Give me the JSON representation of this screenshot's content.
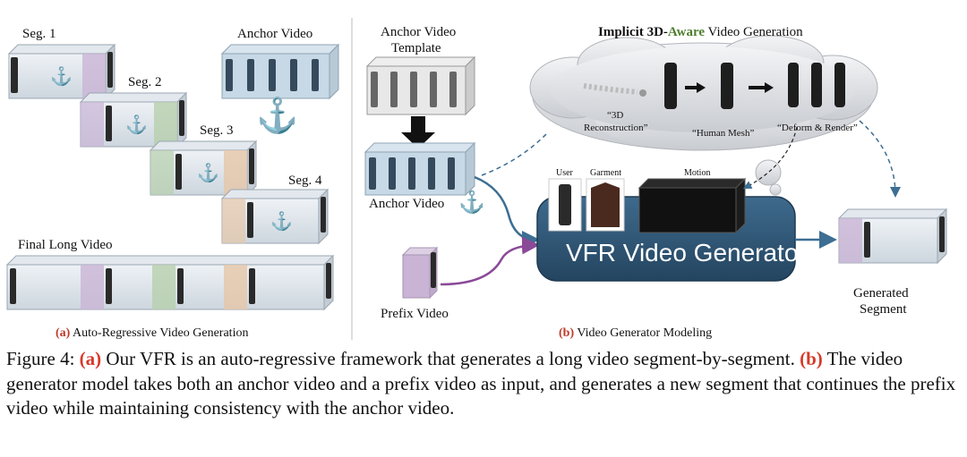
{
  "panel_a": {
    "seg1": "Seg. 1",
    "seg2": "Seg. 2",
    "seg3": "Seg. 3",
    "seg4": "Seg. 4",
    "anchor_video": "Anchor Video",
    "final_long_video": "Final Long Video",
    "caption_tag": "(a)",
    "caption_text": " Auto-Regressive Video Generation"
  },
  "panel_b": {
    "template_line1": "Anchor Video",
    "template_line2": "Template",
    "anchor_video": "Anchor Video",
    "prefix_video": "Prefix Video",
    "implicit_title_a": "Implicit 3D-",
    "implicit_title_b": "Aware",
    "implicit_title_c": " Video Generation",
    "recon_line1": "“3D",
    "recon_line2": "Reconstruction”",
    "human_mesh": "“Human Mesh”",
    "deform_render": "“Deform & Render”",
    "user": "User",
    "garment": "Garment",
    "motion": "Motion",
    "generator": "VFR Video Generator",
    "generated_line1": "Generated",
    "generated_line2": "Segment",
    "caption_tag": "(b)",
    "caption_text": " Video Generator Modeling"
  },
  "caption": {
    "prefix": "Figure 4: ",
    "a_tag": "(a)",
    "a_text": " Our VFR is an auto-regressive framework that generates a long video segment-by-segment. ",
    "b_tag": "(b)",
    "b_text": " The video generator model takes both an anchor video and a prefix video as input, and generates a new segment that continues the prefix video while maintaining consistency with the anchor video."
  },
  "colors": {
    "purple": "#9a5aa8",
    "green": "#4f8a3c",
    "orange": "#d9803a",
    "generator_blue": "#2f5878",
    "aware_green": "#4f7f2f",
    "tag_red": "#c0392b"
  }
}
